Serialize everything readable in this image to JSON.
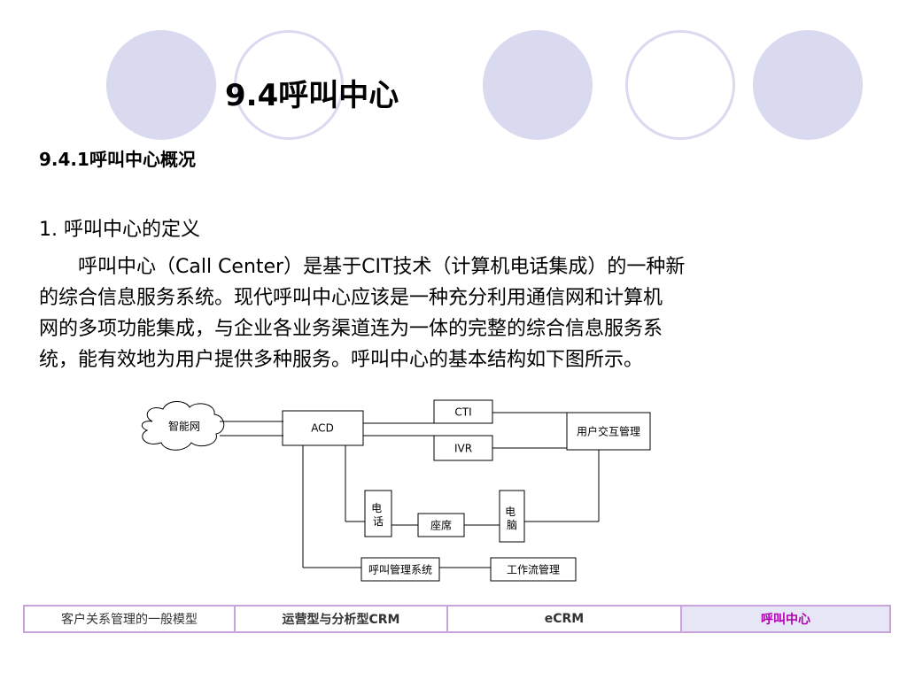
{
  "slide": {
    "title": "9.4呼叫中心",
    "section": "9.4.1呼叫中心概况",
    "heading": "1.  呼叫中心的定义",
    "paragraph_lines": [
      "呼叫中心（Call Center）是基于CIT技术（计算机电话集成）的一种新",
      "的综合信息服务系统。现代呼叫中心应该是一种充分利用通信网和计算机",
      "网的多项功能集成，与企业各业务渠道连为一体的完整的综合信息服务系",
      "统，能有效地为用户提供多种服务。呼叫中心的基本结构如下图所示。"
    ]
  },
  "diagram": {
    "cloud": "智能网",
    "acd": "ACD",
    "cti": "CTI",
    "ivr": "IVR",
    "user_mgmt": "用户交互管理",
    "phone": "电话",
    "seat": "座席",
    "computer": "电脑",
    "call_mgmt": "呼叫管理系统",
    "workflow": "工作流管理"
  },
  "nav": {
    "tabs": [
      "客户关系管理的一般模型",
      "运营型与分析型CRM",
      "eCRM",
      "呼叫中心"
    ]
  },
  "colors": {
    "circle": "#d9d9ef",
    "tab_border": "#c9a3d9",
    "active_tab_bg": "#e6e6f7",
    "active_tab_text": "#b000b0"
  }
}
